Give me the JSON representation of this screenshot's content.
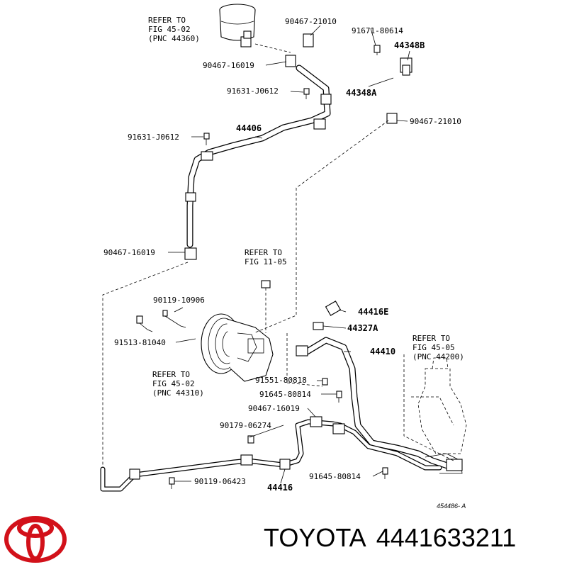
{
  "labels": {
    "refer_top": [
      "REFER TO",
      "FIG 45-02",
      "(PNC 44360)"
    ],
    "p90467_21010_a": "90467-21010",
    "p91671_80614": "91671-80614",
    "p44348B": "44348B",
    "p90467_16019_a": "90467-16019",
    "p91631_J0612_a": "91631-J0612",
    "p44348A": "44348A",
    "p90467_21010_b": "90467-21010",
    "p44406": "44406",
    "p91631_J0612_b": "91631-J0612",
    "p90467_16019_b": "90467-16019",
    "refer_mid": [
      "REFER TO",
      "FIG 11-05"
    ],
    "p90119_10906": "90119-10906",
    "p44416E": "44416E",
    "p44327A": "44327A",
    "p91513_81040": "91513-81040",
    "p44410": "44410",
    "refer_right": [
      "REFER TO",
      "FIG 45-05",
      "(PNC 44200)"
    ],
    "refer_pump": [
      "REFER TO",
      "FIG 45-02",
      "(PNC 44310)"
    ],
    "p91551_80818": "91551-80818",
    "p91645_80814_a": "91645-80814",
    "p90467_16019_c": "90467-16019",
    "p90179_06274": "90179-06274",
    "p91645_80814_b": "91645-80814",
    "p90119_06423": "90119-06423",
    "p44416": "44416",
    "drawing_id": "454486- A"
  },
  "brand": {
    "name": "TOYOTA",
    "part_number": "4441633211",
    "logo_color": "#d2111a"
  }
}
